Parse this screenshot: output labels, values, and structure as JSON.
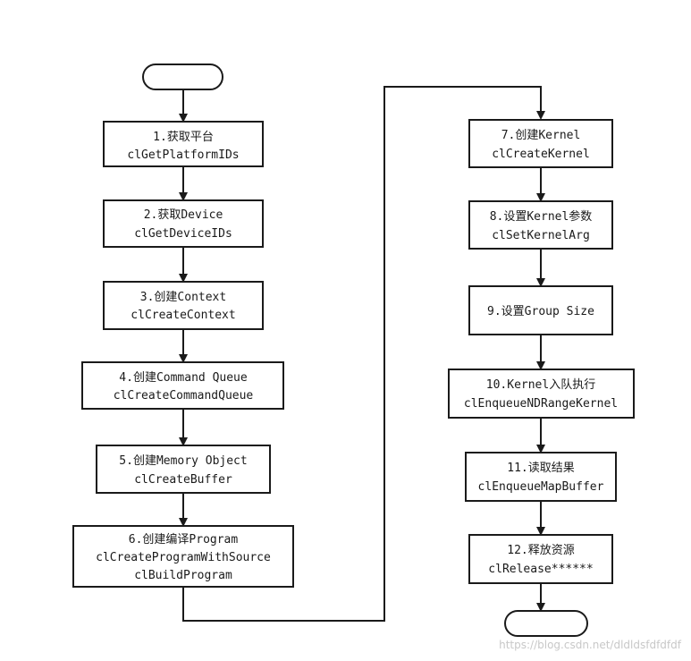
{
  "steps_left": [
    {
      "line1": "1.获取平台",
      "line2": "clGetPlatformIDs"
    },
    {
      "line1": "2.获取Device",
      "line2": "clGetDeviceIDs"
    },
    {
      "line1": "3.创建Context",
      "line2": "clCreateContext"
    },
    {
      "line1": "4.创建Command Queue",
      "line2": "clCreateCommandQueue"
    },
    {
      "line1": "5.创建Memory Object",
      "line2": "clCreateBuffer"
    },
    {
      "line1": "6.创建编译Program",
      "line2": "clCreateProgramWithSource",
      "line3": "clBuildProgram"
    }
  ],
  "steps_right": [
    {
      "line1": "7.创建Kernel",
      "line2": "clCreateKernel"
    },
    {
      "line1": "8.设置Kernel参数",
      "line2": "clSetKernelArg"
    },
    {
      "line1": "9.设置Group Size"
    },
    {
      "line1": "10.Kernel入队执行",
      "line2": "clEnqueueNDRangeKernel"
    },
    {
      "line1": "11.读取结果",
      "line2": "clEnqueueMapBuffer"
    },
    {
      "line1": "12.释放资源",
      "line2": "clRelease******"
    }
  ],
  "watermark": "https://blog.csdn.net/dldldsfdfdfdf",
  "colors": {
    "stroke": "#1a1a1a",
    "text": "#1a1a1a",
    "watermark": "#c8c8c8",
    "background": "#ffffff"
  }
}
